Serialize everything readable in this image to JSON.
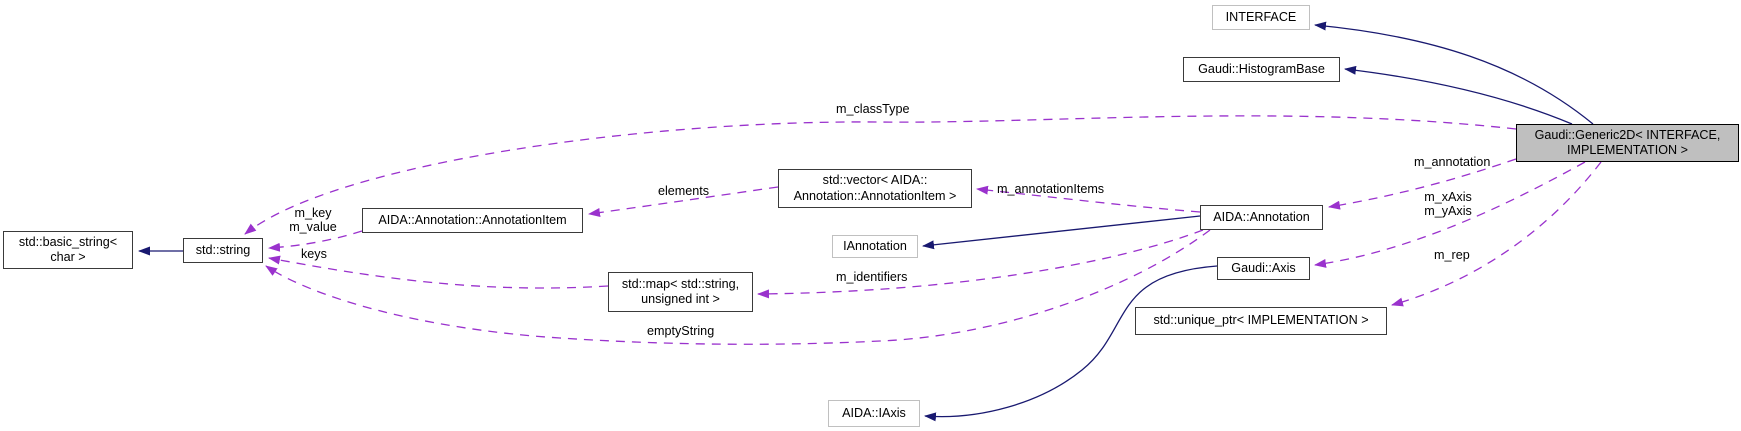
{
  "nodes": {
    "interface": {
      "label": "INTERFACE"
    },
    "histogram_base": {
      "label": "Gaudi::HistogramBase"
    },
    "generic2d": {
      "line1": "Gaudi::Generic2D< INTERFACE,",
      "line2": "IMPLEMENTATION >"
    },
    "basic_string": {
      "line1": "std::basic_string<",
      "line2": "char >"
    },
    "std_string": {
      "label": "std::string"
    },
    "annotation_item": {
      "label": "AIDA::Annotation::AnnotationItem"
    },
    "std_vector": {
      "line1": "std::vector< AIDA::",
      "line2": "Annotation::AnnotationItem >"
    },
    "iannotation": {
      "label": "IAnnotation"
    },
    "annotation": {
      "label": "AIDA::Annotation"
    },
    "std_map": {
      "line1": "std::map< std::string,",
      "line2": "unsigned int >"
    },
    "gaudi_axis": {
      "label": "Gaudi::Axis"
    },
    "unique_ptr": {
      "label": "std::unique_ptr< IMPLEMENTATION >"
    },
    "iaxis": {
      "label": "AIDA::IAxis"
    }
  },
  "edge_labels": {
    "m_classType": "m_classType",
    "elements": "elements",
    "m_annotationItems": "m_annotationItems",
    "m_annotation": "m_annotation",
    "m_xAxis": "m_xAxis",
    "m_yAxis": "m_yAxis",
    "m_rep": "m_rep",
    "m_key": "m_key",
    "m_value": "m_value",
    "keys": "keys",
    "m_identifiers": "m_identifiers",
    "emptyString": "emptyString"
  },
  "colors": {
    "inheritance_edge": "#191970",
    "usage_edge": "#9a32cd",
    "selected_node_fill": "#bfbfbf",
    "node_border": "#3a3a3a",
    "external_node_border": "#c0c0c0"
  }
}
